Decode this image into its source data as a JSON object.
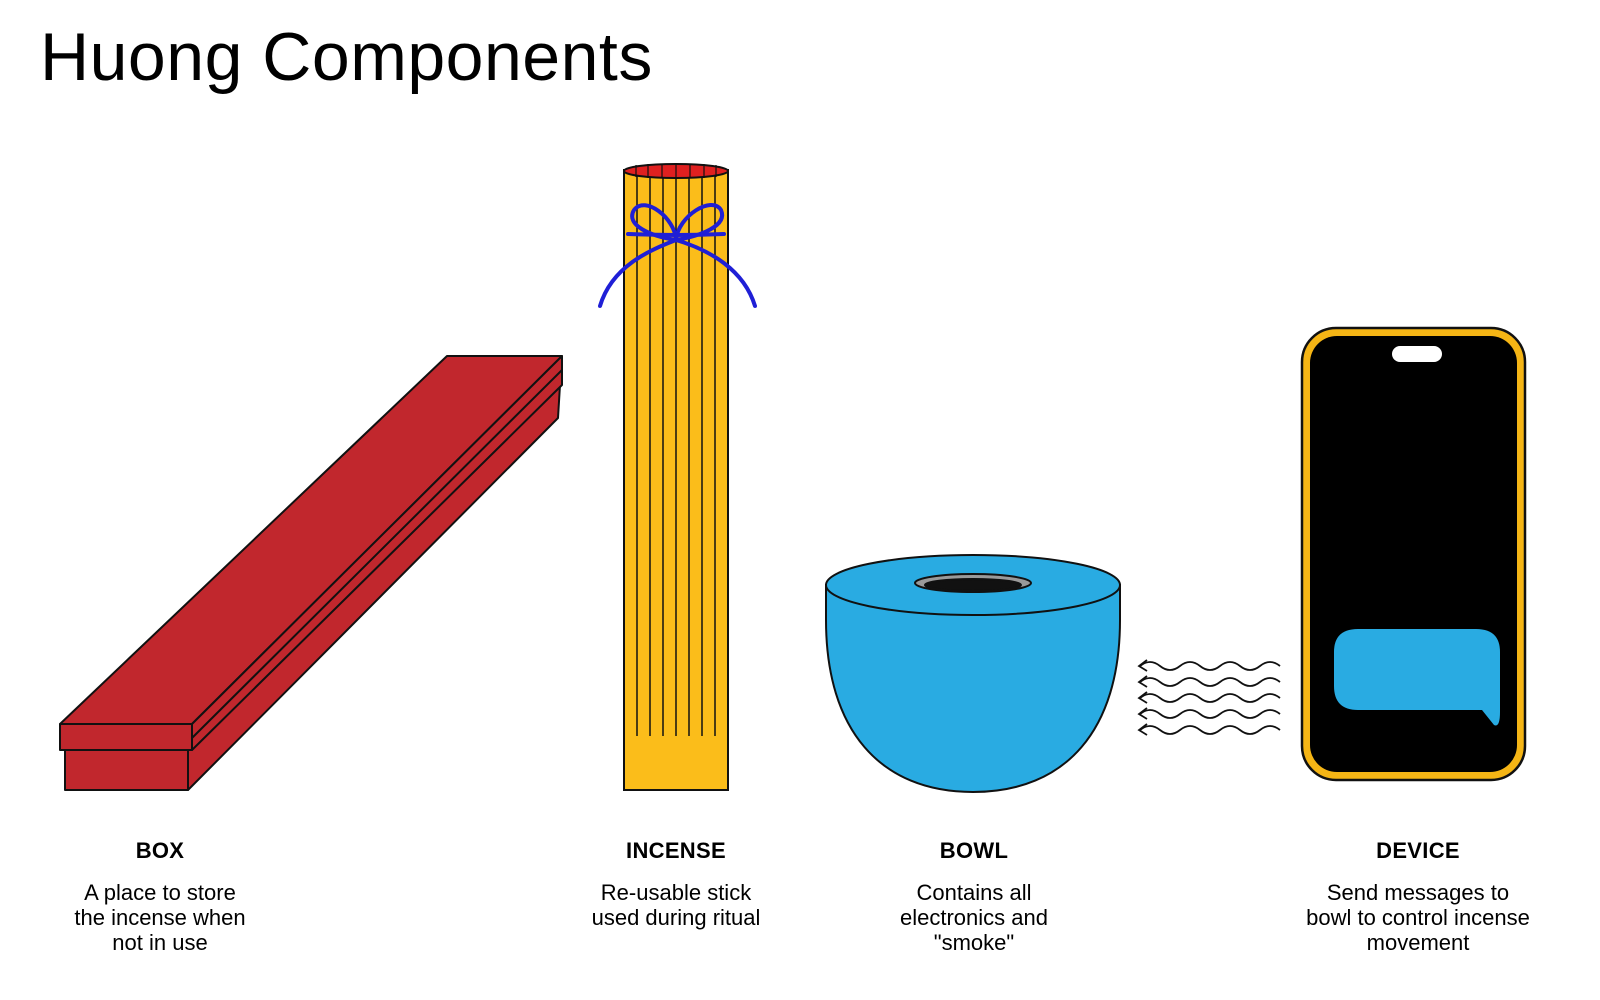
{
  "title": "Huong Components",
  "colors": {
    "box_red": "#C1272D",
    "incense_yellow": "#FBBD1A",
    "incense_top_red": "#E02020",
    "bow_blue": "#1F1FD6",
    "bowl_blue": "#29ABE2",
    "phone_frame": "#F5B515",
    "phone_screen": "#000000",
    "bubble_blue": "#29ABE2",
    "outline": "#111111"
  },
  "components": [
    {
      "id": "box",
      "icon": "incense-box-icon",
      "label": "BOX",
      "description": "A place to store\nthe incense when\nnot in use"
    },
    {
      "id": "incense",
      "icon": "incense-stick-icon",
      "label": "INCENSE",
      "description": "Re-usable stick\nused during ritual"
    },
    {
      "id": "bowl",
      "icon": "bowl-icon",
      "label": "BOWL",
      "description": "Contains all\nelectronics and\n\"smoke\""
    },
    {
      "id": "device",
      "icon": "smartphone-icon",
      "label": "DEVICE",
      "description": "Send messages to\nbowl to control incense\nmovement"
    }
  ]
}
